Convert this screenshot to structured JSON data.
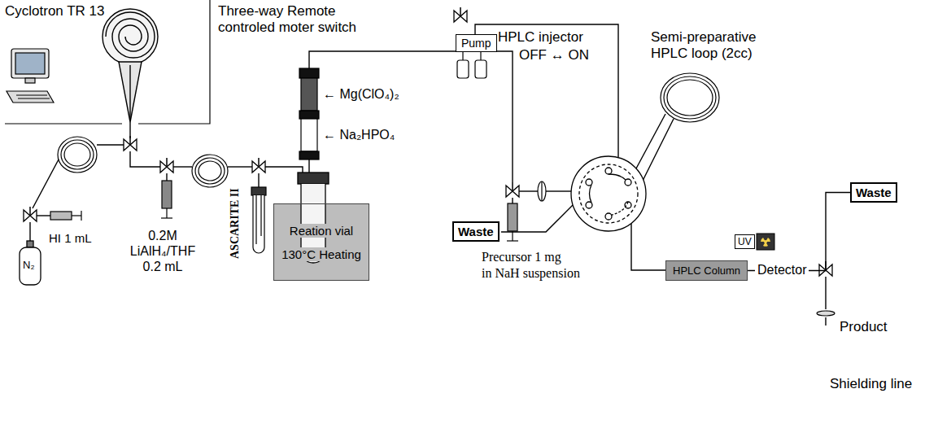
{
  "diagram": {
    "nodes": [
      {
        "text": [
          "Pump"
        ]
      },
      {
        "text": [
          "Reation vial",
          "130°C Heating"
        ]
      },
      {
        "text": [
          "Waste"
        ]
      },
      {
        "text": [
          "UV"
        ]
      },
      {
        "text": [
          "HPLC Column"
        ]
      },
      {
        "text": [
          "Waste"
        ]
      }
    ],
    "edges": [
      {
        "from": 4,
        "to": 5,
        "arrow": "none"
      }
    ],
    "labels": [
      "Cyclotron TR 13",
      "Three-way Remote controled moter switch",
      "HI 1 mL",
      "N₂",
      "0.2M LiAlH₄/THF 0.2 mL",
      "ASCARITE II",
      "← Mg(ClO₄)₂",
      "← Na₂HPO₄",
      "Precursor 1 mg",
      "in NaH suspension",
      "HPLC injector",
      "OFF ↔ ON",
      "Semi-preparative HPLC loop (2cc)",
      "Detector",
      "Product",
      "Shielding line"
    ]
  }
}
